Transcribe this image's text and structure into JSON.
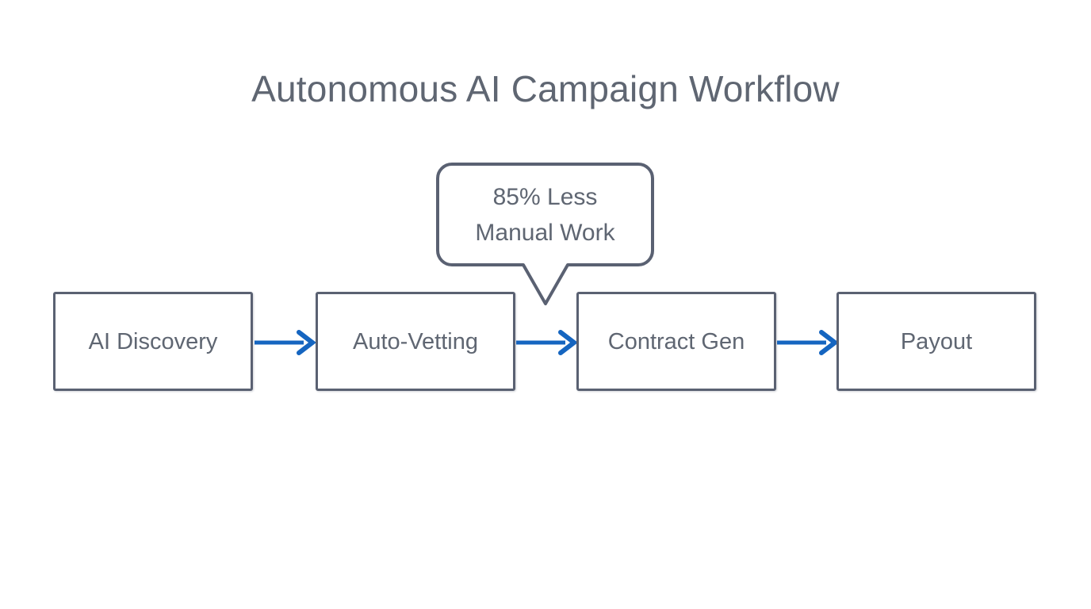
{
  "page": {
    "title": "Autonomous AI Campaign Workflow",
    "background_color": "#ffffff"
  },
  "colors": {
    "stroke": "#5a6172",
    "text": "#5f6672",
    "arrow": "#1565c0",
    "node_fill": "#ffffff"
  },
  "diagram": {
    "type": "flow",
    "orientation": "horizontal",
    "nodes": [
      {
        "id": "ai-discovery",
        "label": "AI Discovery"
      },
      {
        "id": "auto-vetting",
        "label": "Auto-Vetting"
      },
      {
        "id": "contract-gen",
        "label": "Contract Gen"
      },
      {
        "id": "payout",
        "label": "Payout"
      }
    ],
    "edges": [
      {
        "from": "ai-discovery",
        "to": "auto-vetting",
        "label": ""
      },
      {
        "from": "auto-vetting",
        "to": "contract-gen",
        "label": ""
      },
      {
        "from": "contract-gen",
        "to": "payout",
        "label": ""
      }
    ],
    "callout": {
      "id": "efficiency-callout",
      "shape": "speech-bubble",
      "tail_direction": "down",
      "attached_between": [
        "auto-vetting",
        "contract-gen"
      ],
      "lines": [
        "85% Less",
        "Manual Work"
      ],
      "value": "85%",
      "metric": "Less Manual Work"
    }
  },
  "icons": {
    "arrow_right": "arrow-right-icon"
  }
}
